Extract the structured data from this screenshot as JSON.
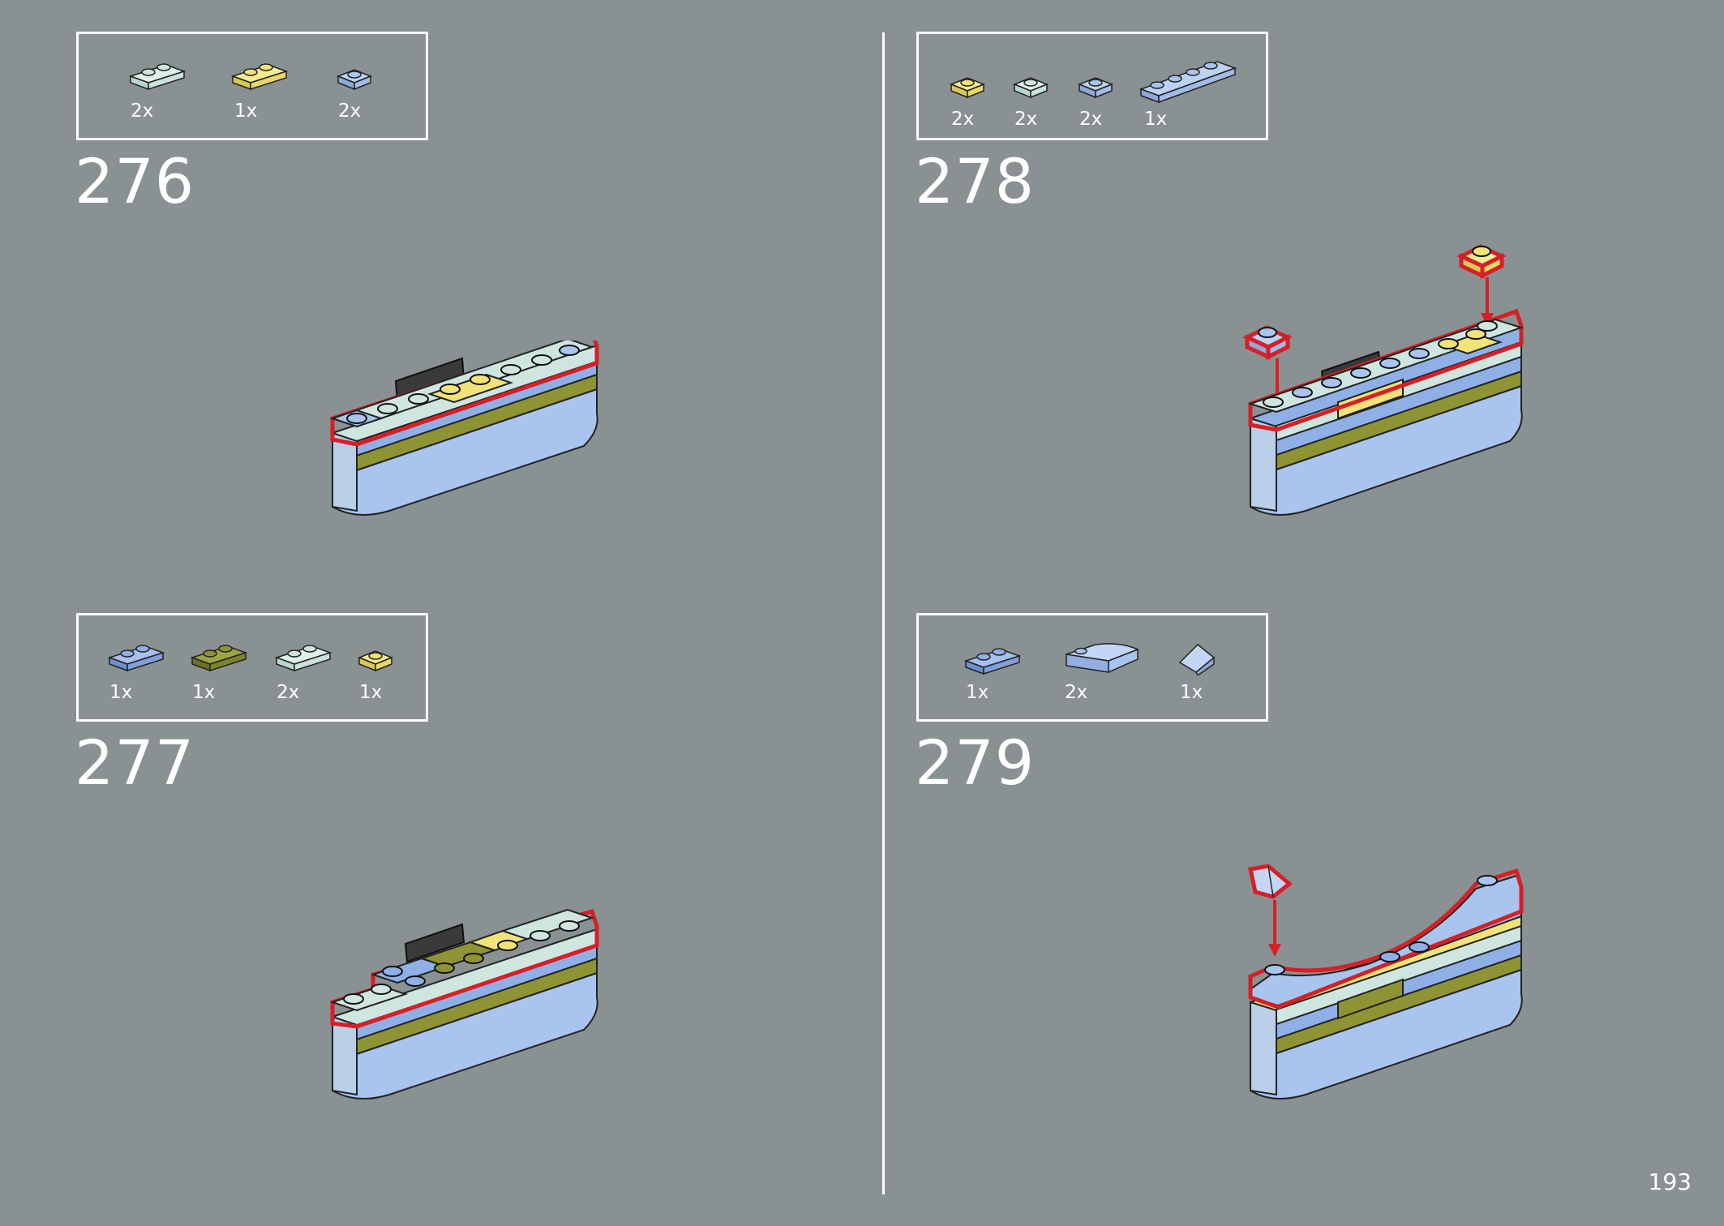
{
  "page": {
    "number": "193"
  },
  "colors": {
    "background": "#8a9193",
    "mint": "#cfe6e0",
    "yellow": "#f2e27a",
    "light_blue": "#a9c4ee",
    "medium_blue": "#8fb0e6",
    "olive": "#8e9434",
    "dark_gray": "#3a3a3a",
    "highlight_red": "#d61f26"
  },
  "steps": [
    {
      "number": "276",
      "parts": [
        {
          "icon": "mint-plate-1x2-icon",
          "qty": "2x"
        },
        {
          "icon": "yellow-plate-1x2-icon",
          "qty": "1x"
        },
        {
          "icon": "light-blue-plate-1x1-icon",
          "qty": "2x"
        }
      ]
    },
    {
      "number": "277",
      "parts": [
        {
          "icon": "blue-plate-1x2-icon",
          "qty": "1x"
        },
        {
          "icon": "olive-plate-1x2-icon",
          "qty": "1x"
        },
        {
          "icon": "mint-plate-1x2-icon",
          "qty": "2x"
        },
        {
          "icon": "yellow-plate-1x1-icon",
          "qty": "1x"
        }
      ]
    },
    {
      "number": "278",
      "parts": [
        {
          "icon": "yellow-plate-1x1-icon",
          "qty": "2x"
        },
        {
          "icon": "mint-plate-1x1-icon",
          "qty": "2x"
        },
        {
          "icon": "light-blue-plate-1x1-icon",
          "qty": "2x"
        },
        {
          "icon": "light-blue-plate-1x4-icon",
          "qty": "1x"
        }
      ]
    },
    {
      "number": "279",
      "parts": [
        {
          "icon": "blue-plate-1x2-icon",
          "qty": "1x"
        },
        {
          "icon": "light-blue-curved-slope-icon",
          "qty": "2x"
        },
        {
          "icon": "light-blue-wedge-slope-icon",
          "qty": "1x"
        }
      ]
    }
  ]
}
